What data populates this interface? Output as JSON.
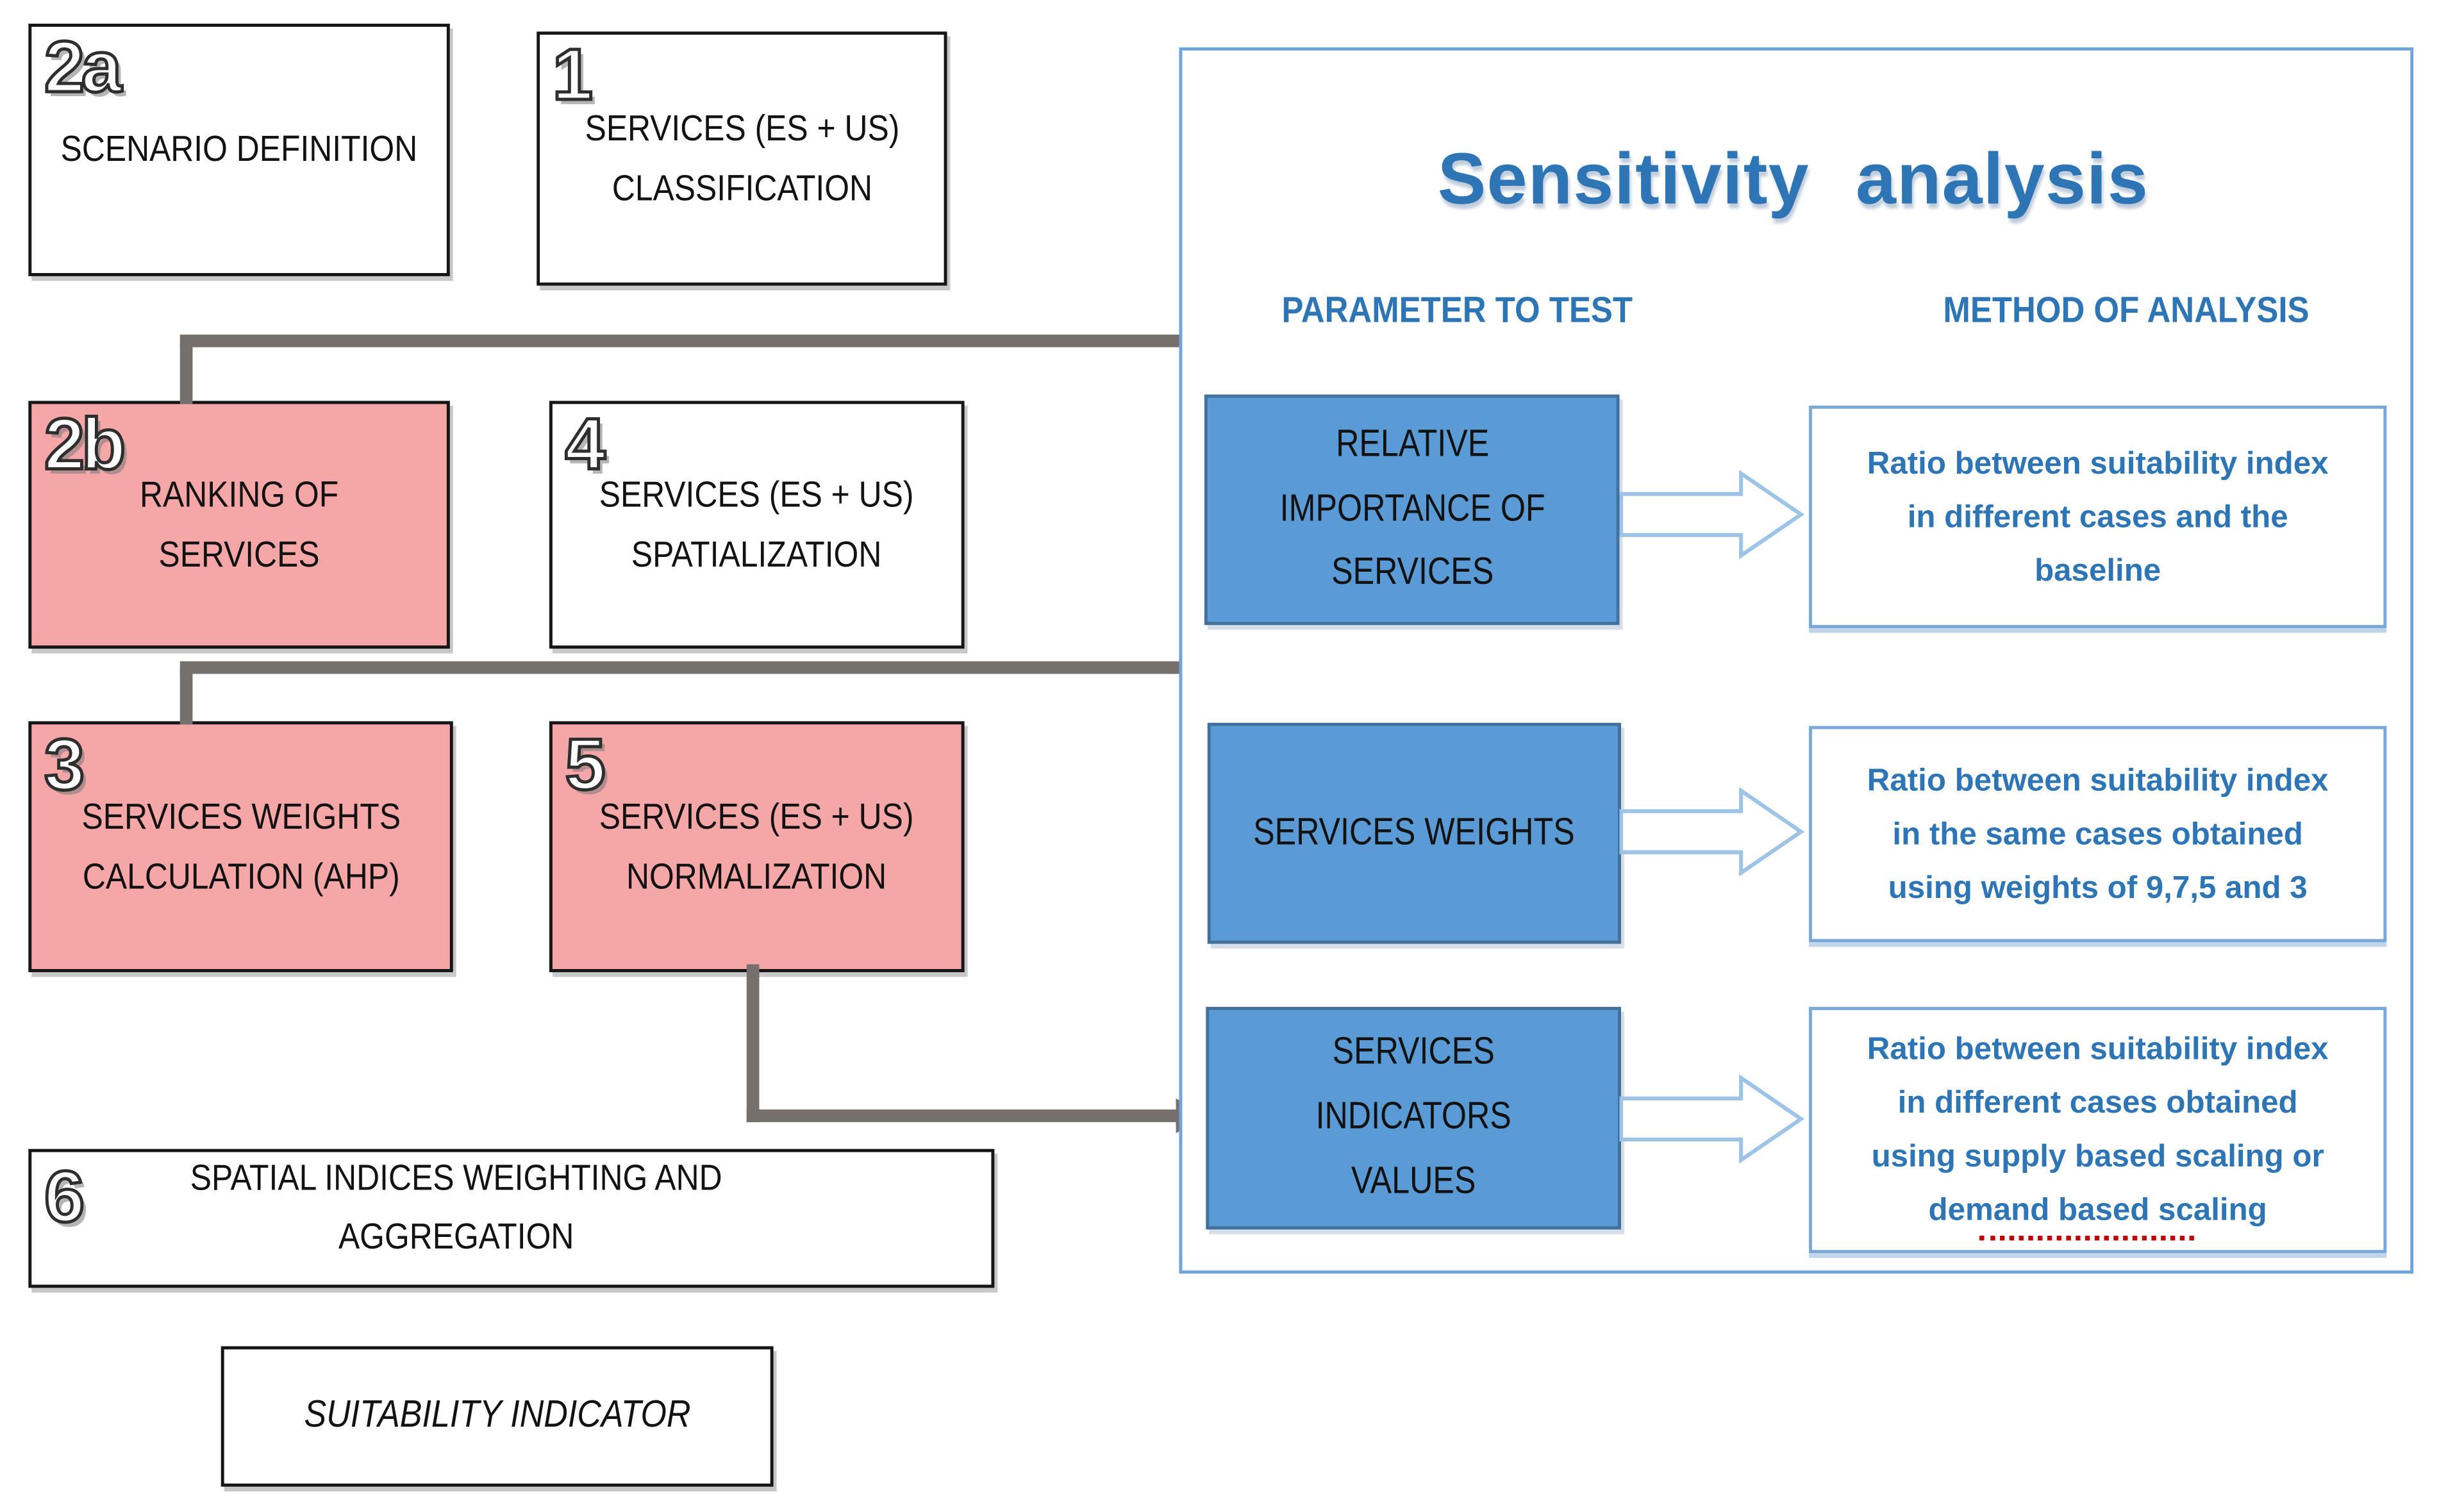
{
  "flow": {
    "boxes": [
      {
        "number": "2a",
        "label": "SCENARIO DEFINITION",
        "variant": "white"
      },
      {
        "number": "1",
        "label": "SERVICES (ES + US)\nCLASSIFICATION",
        "variant": "white"
      },
      {
        "number": "2b",
        "label": "RANKING OF SERVICES",
        "variant": "pink"
      },
      {
        "number": "4",
        "label": "SERVICES (ES + US)\nSPATIALIZATION",
        "variant": "white"
      },
      {
        "number": "3",
        "label": "SERVICES WEIGHTS\nCALCULATION (AHP)",
        "variant": "pink"
      },
      {
        "number": "5",
        "label": "SERVICES (ES + US)\nNORMALIZATION",
        "variant": "pink"
      },
      {
        "number": "6",
        "label": "SPATIAL INDICES WEIGHTING AND AGGREGATION",
        "variant": "white"
      },
      {
        "number": "",
        "label": "SUITABILITY INDICATOR",
        "variant": "white-italic"
      }
    ]
  },
  "sensitivity_panel": {
    "title": "Sensitivity analysis",
    "column_headers": {
      "parameter": "PARAMETER TO TEST",
      "method": "METHOD OF ANALYSIS"
    },
    "rows": [
      {
        "parameter": "RELATIVE\nIMPORTANCE OF\nSERVICES",
        "method": "Ratio between suitability index\nin different cases and the\nbaseline"
      },
      {
        "parameter": "SERVICES WEIGHTS",
        "method": "Ratio between suitability index\nin the same cases obtained\nusing weights of 9,7,5 and 3"
      },
      {
        "parameter": "SERVICES INDICATORS\nVALUES",
        "method": "Ratio between suitability index\nin different cases obtained\nusing supply based scaling or\ndemand based scaling"
      }
    ]
  },
  "colors": {
    "pink_box": "#F5A6A7",
    "blue_box_fill": "#5B9BD5",
    "blue_box_border": "#41719C",
    "accent_blue_text": "#2E75B6",
    "connector_gray": "#76706C",
    "panel_border": "#6FA3DC",
    "block_arrow_outline": "#9DC3E6",
    "squiggle_red": "#C00000"
  }
}
